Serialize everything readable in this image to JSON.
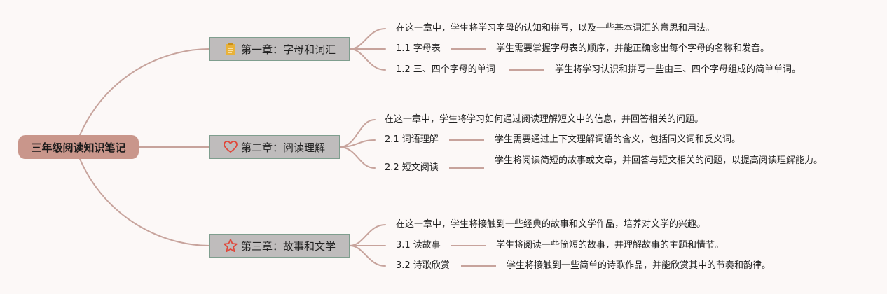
{
  "root": {
    "label": "三年级阅读知识笔记"
  },
  "chapters": [
    {
      "title": "第一章：字母和词汇",
      "icon": "clipboard-icon",
      "intro": "在这一章中，学生将学习字母的认知和拼写，以及一些基本词汇的意思和用法。",
      "sections": [
        {
          "label": "1.1 字母表",
          "desc": "学生需要掌握字母表的顺序，并能正确念出每个字母的名称和发音。"
        },
        {
          "label": "1.2 三、四个字母的单词",
          "desc": "学生将学习认识和拼写一些由三、四个字母组成的简单单词。"
        }
      ]
    },
    {
      "title": "第二章：阅读理解",
      "icon": "heart-icon",
      "intro": "在这一章中，学生将学习如何通过阅读理解短文中的信息，并回答相关的问题。",
      "sections": [
        {
          "label": "2.1 词语理解",
          "desc": "学生需要通过上下文理解词语的含义，包括同义词和反义词。"
        },
        {
          "label": "2.2 短文阅读",
          "desc": "学生将阅读简短的故事或文章，并回答与短文相关的问题，以提高阅读理解能力。"
        }
      ]
    },
    {
      "title": "第三章：故事和文学",
      "icon": "star-icon",
      "intro": "在这一章中，学生将接触到一些经典的故事和文学作品，培养对文学的兴趣。",
      "sections": [
        {
          "label": "3.1 读故事",
          "desc": "学生将阅读一些简短的故事，并理解故事的主题和情节。"
        },
        {
          "label": "3.2 诗歌欣赏",
          "desc": "学生将接触到一些简单的诗歌作品，并能欣赏其中的节奏和韵律。"
        }
      ]
    }
  ],
  "colors": {
    "root_fill": "#c9968b",
    "chapter_fill": "#bfbcbc",
    "chapter_border": "#7f9e8e",
    "connector": "#c7a39c",
    "icon_gold": "#e8b23a",
    "icon_red": "#e0473a",
    "background": "#fcf8f7"
  }
}
